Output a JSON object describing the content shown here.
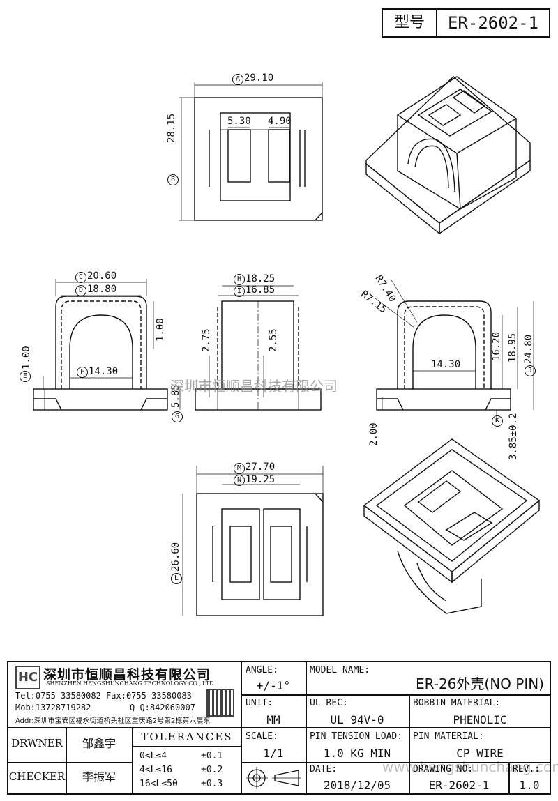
{
  "header": {
    "model_label": "型号",
    "model_value": "ER-2602-1"
  },
  "dims": {
    "A": "29.10",
    "B": "28.15",
    "w1": "5.30",
    "w2": "4.90",
    "C": "20.60",
    "D": "18.80",
    "F": "14.30",
    "E": "1.00",
    "v100": "1.00",
    "G": "5.85",
    "H": "18.25",
    "I": "16.85",
    "s275": "2.75",
    "s255": "2.55",
    "R740": "R7.40",
    "R715": "R7.15",
    "s1430": "14.30",
    "s1620": "16.20",
    "s1895": "18.95",
    "J": "24.80",
    "s200": "2.00",
    "K": "3.85±0.2",
    "M": "27.70",
    "N": "19.25",
    "L": "26.60",
    "circle_A": "A",
    "circle_B": "B",
    "circle_C": "C",
    "circle_D": "D",
    "circle_E": "E",
    "circle_F": "F",
    "circle_G": "G",
    "circle_H": "H",
    "circle_I": "I",
    "circle_J": "J",
    "circle_K": "K",
    "circle_L": "L",
    "circle_M": "M",
    "circle_N": "N"
  },
  "watermark": "深圳市恒顺昌科技有限公司",
  "watermark2": "www.hengshunchang.com",
  "company": {
    "name_cn": "深圳市恒顺昌科技有限公司",
    "name_en": "SHENZHEN HENGSHUNCHANG TECHNOLOGY CO., LTD",
    "tel": "Tel:0755-33580082 Fax:0755-33580083",
    "mob": "Mob:13728719282",
    "qq": "Q Q:842060007",
    "addr": "Addr:深圳市宝安区福永街道桥头社区重庆路2号第2栋第六层东"
  },
  "title_block": {
    "angle_label": "ANGLE:",
    "angle_value": "+/-1°",
    "unit_label": "UNIT:",
    "unit_value": "MM",
    "scale_label": "SCALE:",
    "scale_value": "1/1",
    "model_name_label": "MODEL NAME:",
    "model_name_value": "ER-26外壳(NO PIN)",
    "ul_label": "UL REC:",
    "ul_value": "UL 94V-0",
    "bobbin_label": "BOBBIN MATERIAL:",
    "bobbin_value": "PHENOLIC",
    "pin_tension_label": "PIN TENSION LOAD:",
    "pin_tension_value": "1.0 KG MIN",
    "pin_material_label": "PIN MATERIAL:",
    "pin_material_value": "CP WIRE",
    "date_label": "DATE:",
    "date_value": "2018/12/05",
    "drawing_no_label": "DRAWING NO:",
    "drawing_no_value": "ER-2602-1",
    "rev_label": "REV.:",
    "rev_value": "1.0",
    "drwner_label": "DRWNER",
    "drwner_value": "邹鑫宇",
    "checker_label": "CHECKER",
    "checker_value": "李振军",
    "tolerances_label": "TOLERANCES",
    "tol_rows": [
      {
        "range": "0<L≤4",
        "tol": "±0.1"
      },
      {
        "range": "4<L≤16",
        "tol": "±0.2"
      },
      {
        "range": "16<L≤50",
        "tol": "±0.3"
      }
    ]
  }
}
